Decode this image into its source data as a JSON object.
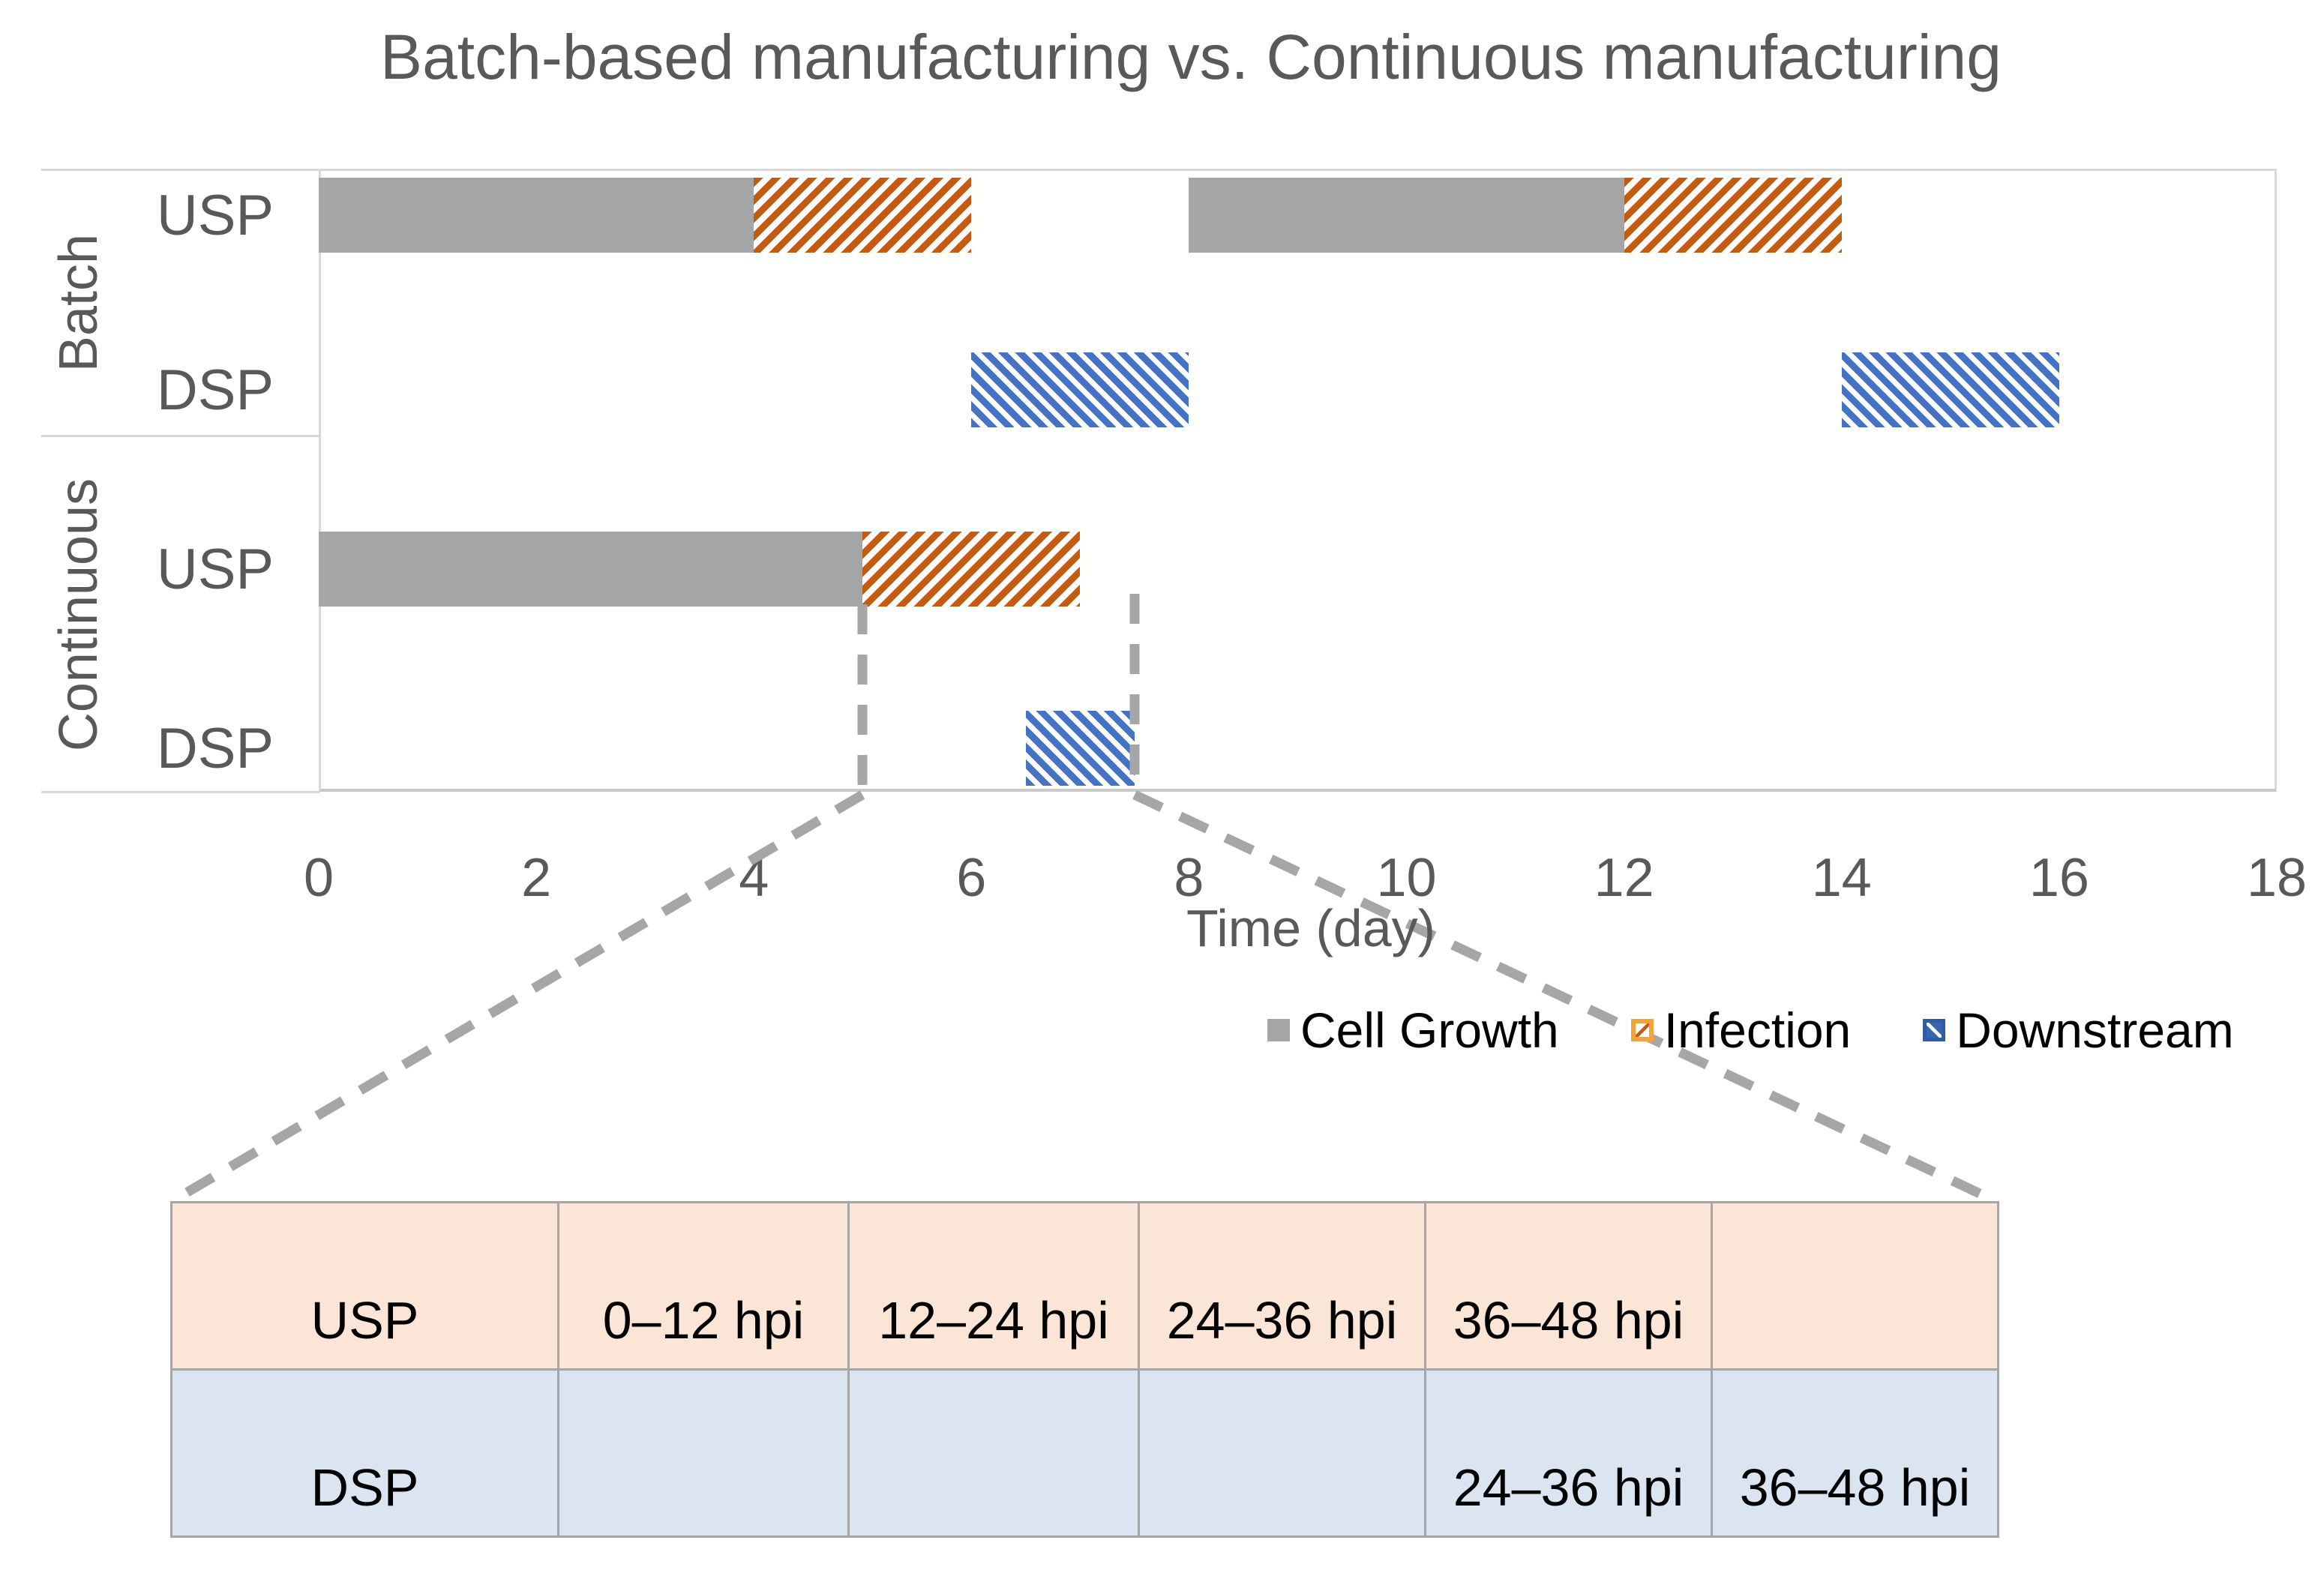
{
  "title": "Batch-based manufacturing vs. Continuous manufacturing",
  "chart_data": {
    "type": "bar",
    "subtype": "horizontal-gantt",
    "title": "Batch-based manufacturing vs. Continuous manufacturing",
    "xlabel": "Time (day)",
    "x_range": [
      0,
      18
    ],
    "x_ticks": [
      0,
      2,
      4,
      6,
      8,
      10,
      12,
      14,
      16,
      18
    ],
    "grid": "off",
    "legend_position": "bottom-right",
    "groups": [
      {
        "label": "Batch",
        "rows": [
          {
            "id": "batch-usp",
            "label": "USP",
            "segments": [
              {
                "series": "Cell Growth",
                "start": 0,
                "end": 4
              },
              {
                "series": "Infection",
                "start": 4,
                "end": 6
              },
              {
                "series": "Cell Growth",
                "start": 8,
                "end": 12
              },
              {
                "series": "Infection",
                "start": 12,
                "end": 14
              }
            ]
          },
          {
            "id": "batch-dsp",
            "label": "DSP",
            "segments": [
              {
                "series": "Downstream",
                "start": 6,
                "end": 8
              },
              {
                "series": "Downstream",
                "start": 14,
                "end": 16
              }
            ]
          }
        ]
      },
      {
        "label": "Continuous",
        "rows": [
          {
            "id": "cont-usp",
            "label": "USP",
            "segments": [
              {
                "series": "Cell Growth",
                "start": 0,
                "end": 5
              },
              {
                "series": "Infection",
                "start": 5,
                "end": 7
              }
            ]
          },
          {
            "id": "cont-dsp",
            "label": "DSP",
            "segments": [
              {
                "series": "Downstream",
                "start": 6.5,
                "end": 7.5
              }
            ]
          }
        ]
      }
    ],
    "legend": [
      {
        "label": "Cell Growth",
        "pattern": "solid",
        "color": "#a6a6a6"
      },
      {
        "label": "Infection",
        "pattern": "diagonal-up-hatch",
        "color": "#c55a11"
      },
      {
        "label": "Downstream",
        "pattern": "diagonal-down-hatch",
        "color": "#4472c4"
      }
    ],
    "zoom_callout": {
      "from_day": 5,
      "to_day": 7.5
    }
  },
  "table": {
    "rows": [
      {
        "label": "USP",
        "cells": [
          "0–12 hpi",
          "12–24 hpi",
          "24–36 hpi",
          "36–48 hpi",
          ""
        ]
      },
      {
        "label": "DSP",
        "cells": [
          "",
          "",
          "",
          "24–36 hpi",
          "36–48 hpi"
        ]
      }
    ]
  },
  "colors": {
    "cell_growth": "#a6a6a6",
    "infection": "#c55a11",
    "downstream": "#4472c4",
    "usp_row_bg": "#fbe5d6",
    "dsp_row_bg": "#dbe5f1",
    "axis_text": "#595959",
    "dashed_line": "#a6a6a6",
    "table_border": "#a6a6a6",
    "plot_border": "#d9d9d9"
  }
}
